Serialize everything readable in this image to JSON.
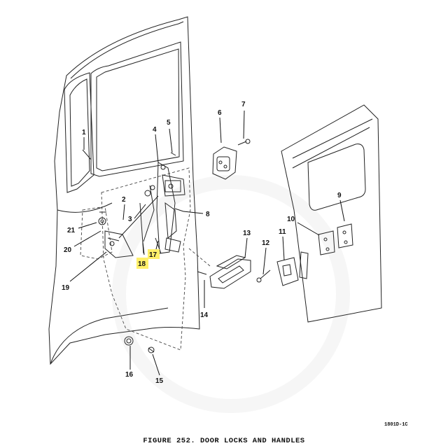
{
  "figure": {
    "caption": "FIGURE 252. DOOR LOCKS AND HANDLES",
    "drawing_code": "1801D-1C"
  },
  "callouts": [
    {
      "id": "1",
      "label": "1"
    },
    {
      "id": "2",
      "label": "2"
    },
    {
      "id": "3",
      "label": "3"
    },
    {
      "id": "4",
      "label": "4"
    },
    {
      "id": "5",
      "label": "5"
    },
    {
      "id": "6",
      "label": "6"
    },
    {
      "id": "7",
      "label": "7"
    },
    {
      "id": "8",
      "label": "8"
    },
    {
      "id": "9",
      "label": "9"
    },
    {
      "id": "10",
      "label": "10"
    },
    {
      "id": "11",
      "label": "11"
    },
    {
      "id": "12",
      "label": "12"
    },
    {
      "id": "13",
      "label": "13"
    },
    {
      "id": "14",
      "label": "14"
    },
    {
      "id": "15",
      "label": "15"
    },
    {
      "id": "16",
      "label": "16"
    },
    {
      "id": "17",
      "label": "17",
      "highlighted": true
    },
    {
      "id": "18",
      "label": "18",
      "highlighted": true
    },
    {
      "id": "19",
      "label": "19"
    },
    {
      "id": "20",
      "label": "20"
    },
    {
      "id": "21",
      "label": "21"
    }
  ],
  "colors": {
    "highlight": "#fff06a",
    "ink": "#111111",
    "background": "#ffffff"
  }
}
